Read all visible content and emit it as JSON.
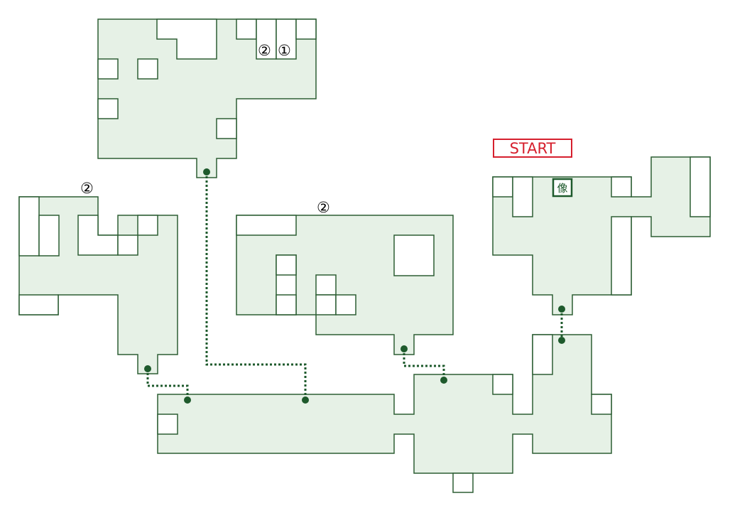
{
  "start_label": "START",
  "statue_label": "像",
  "stair_markers": {
    "top_room_a": "②",
    "top_room_b": "①",
    "left_room": "②",
    "center_room": "②"
  },
  "colors": {
    "room_fill": "#e6f1e6",
    "wall": "#2d5e34",
    "connector": "#1e5a2c",
    "start": "#d6202e"
  }
}
